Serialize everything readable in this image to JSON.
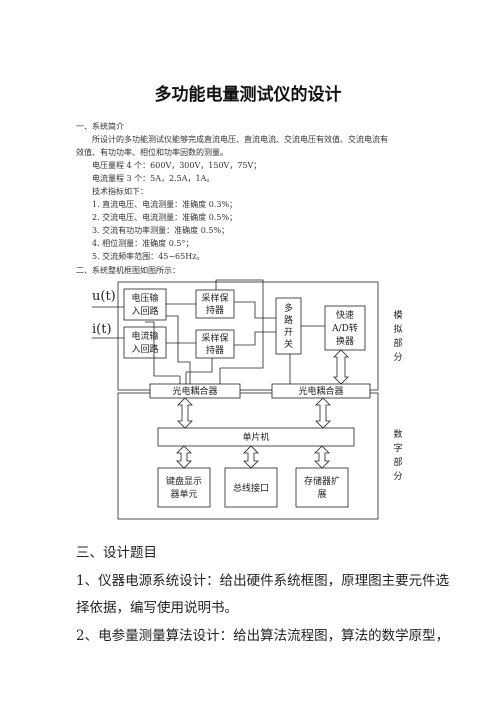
{
  "title": "多功能电量测试仪的设计",
  "section1": {
    "heading": "一、系统简介",
    "intro_line1": "所设计的多功能测试仪能够完成直流电压、直流电流、交流电压有效值、交流电流有",
    "intro_line2": "效值、有功功率、相位和功率因数的测量。",
    "voltage_range": "电压量程 4 个：600V，300V，150V，75V；",
    "current_range": "电流量程 3 个：5A，2.5A，1A。",
    "spec_heading": "技术指标如下：",
    "specs": [
      "1.   直流电压、电流测量：准确度 0.3%；",
      "2.   交流电压、电流测量：准确度 0.5%；",
      "3.   交流有功功率测量：准确度 0.5%；",
      "4.   相位测量：准确度 0.5°；",
      "5.   交流频率范围：45~65Hz。"
    ]
  },
  "section2": {
    "heading": "二、系统整机框图如图所示："
  },
  "diagram": {
    "input_u": "u(t)",
    "input_i": "i(t)",
    "voltage_input": [
      "电压输",
      "入回路"
    ],
    "current_input": [
      "电流输",
      "入回路"
    ],
    "sample_hold_1": [
      "采样保",
      "持器"
    ],
    "sample_hold_2": [
      "采样保",
      "持器"
    ],
    "mux": [
      "多",
      "路",
      "开",
      "关"
    ],
    "adc": [
      "快速",
      "A/D转",
      "换器"
    ],
    "optocoupler_left": "光电耦合器",
    "optocoupler_right": "光电耦合器",
    "mcu": "单片机",
    "keyboard": [
      "键盘显示",
      "器单元"
    ],
    "bus": "总线接口",
    "memory": [
      "存储器扩",
      "展"
    ],
    "analog_label": [
      "模",
      "拟",
      "部",
      "分"
    ],
    "digital_label": [
      "数",
      "字",
      "部",
      "分"
    ]
  },
  "section3": {
    "heading": "三、设计题目",
    "item1_line1": "1、仪器电源系统设计：给出硬件系统框图，原理图主要元件选",
    "item1_line2": "择依据，编写使用说明书。",
    "item2_line1": "2、电参量测量算法设计：给出算法流程图，算法的数学原型，"
  }
}
